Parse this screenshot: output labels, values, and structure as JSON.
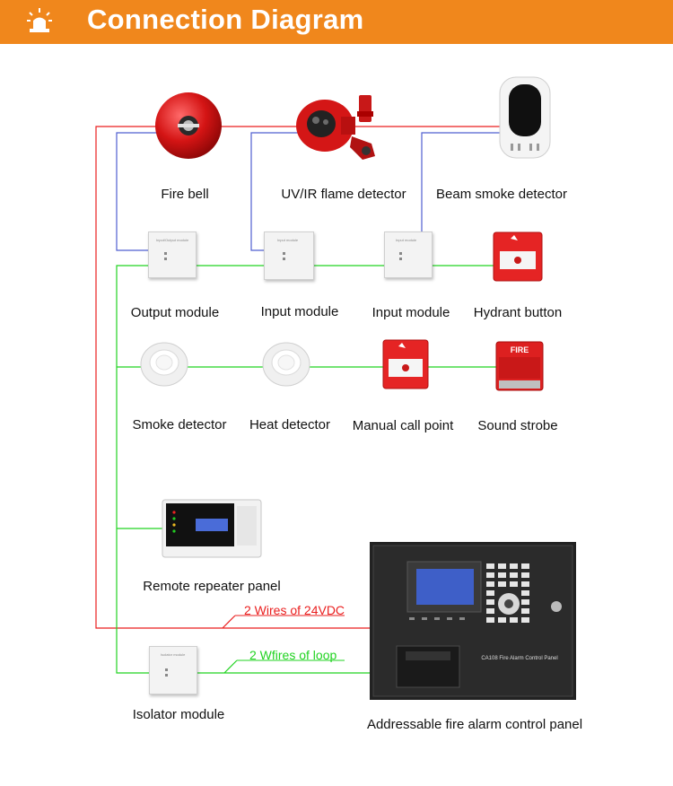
{
  "header": {
    "title": "Connection Diagram",
    "icon": "alarm-light-icon",
    "background": "#f0871c"
  },
  "colors": {
    "power_wire": "#ea1f1f",
    "loop_wire": "#22d322",
    "detector_wire": "#4f5fd0"
  },
  "devices": {
    "fire_bell": "Fire bell",
    "flame_detector": "UV/IR flame detector",
    "beam_smoke_detector": "Beam smoke detector",
    "output_module": "Output module",
    "input_module_1": "Input module",
    "input_module_2": "Input module",
    "hydrant_button": "Hydrant button",
    "smoke_detector": "Smoke detector",
    "heat_detector": "Heat detector",
    "manual_call_point": "Manual call point",
    "sound_strobe": "Sound strobe",
    "remote_repeater_panel": "Remote repeater panel",
    "isolator_module": "Isolator module",
    "control_panel": "Addressable fire alarm control panel"
  },
  "wires": {
    "power": "2 Wires of 24VDC",
    "loop": "2 Wfires of loop"
  },
  "device_markings": {
    "panel_model": "CA108 Fire Alarm Control Panel",
    "strobe": "FIRE"
  }
}
